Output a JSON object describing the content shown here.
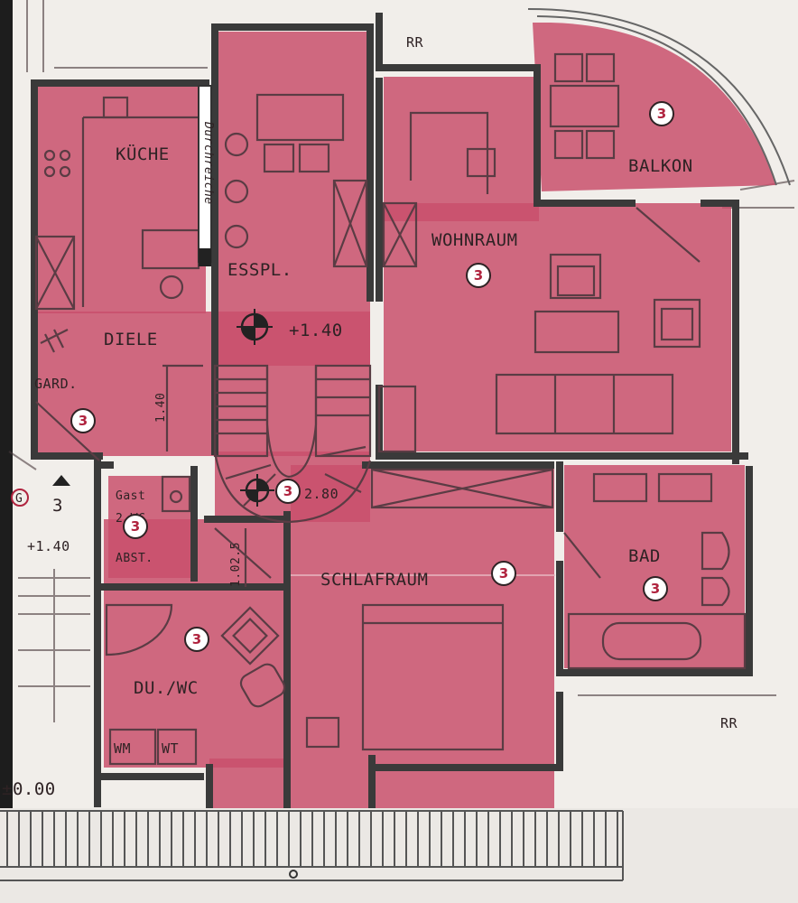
{
  "plan": {
    "rooms": {
      "kueche": "KÜCHE",
      "esspl": "ESSPL.",
      "wohnraum": "WOHNRAUM",
      "balkon": "BALKON",
      "diele": "DIELE",
      "gard": "GARD.",
      "gast_line1": "Gast",
      "gast_line2": "2.WC",
      "gast_line3": "ABST.",
      "schlafraum": "SCHLAFRAUM",
      "bad": "BAD",
      "du_wc": "DU./WC",
      "wm": "WM",
      "wt": "WT"
    },
    "labels": {
      "durchreiche": "Durchreiche",
      "rr_top": "RR",
      "rr_bottom": "RR",
      "level_main": "+1.40",
      "level_stair": "2.80",
      "level_entry": "+1.40",
      "level_ground": "±0.00",
      "dim_140": "1.40",
      "dim_1025": "1.02.5",
      "entrance_letter": "G",
      "entrance_number": "3"
    },
    "badge_value": "3",
    "colors": {
      "room_fill": "#c9506c",
      "paper": "#f1eeea",
      "wall": "#3a3a3a"
    }
  }
}
